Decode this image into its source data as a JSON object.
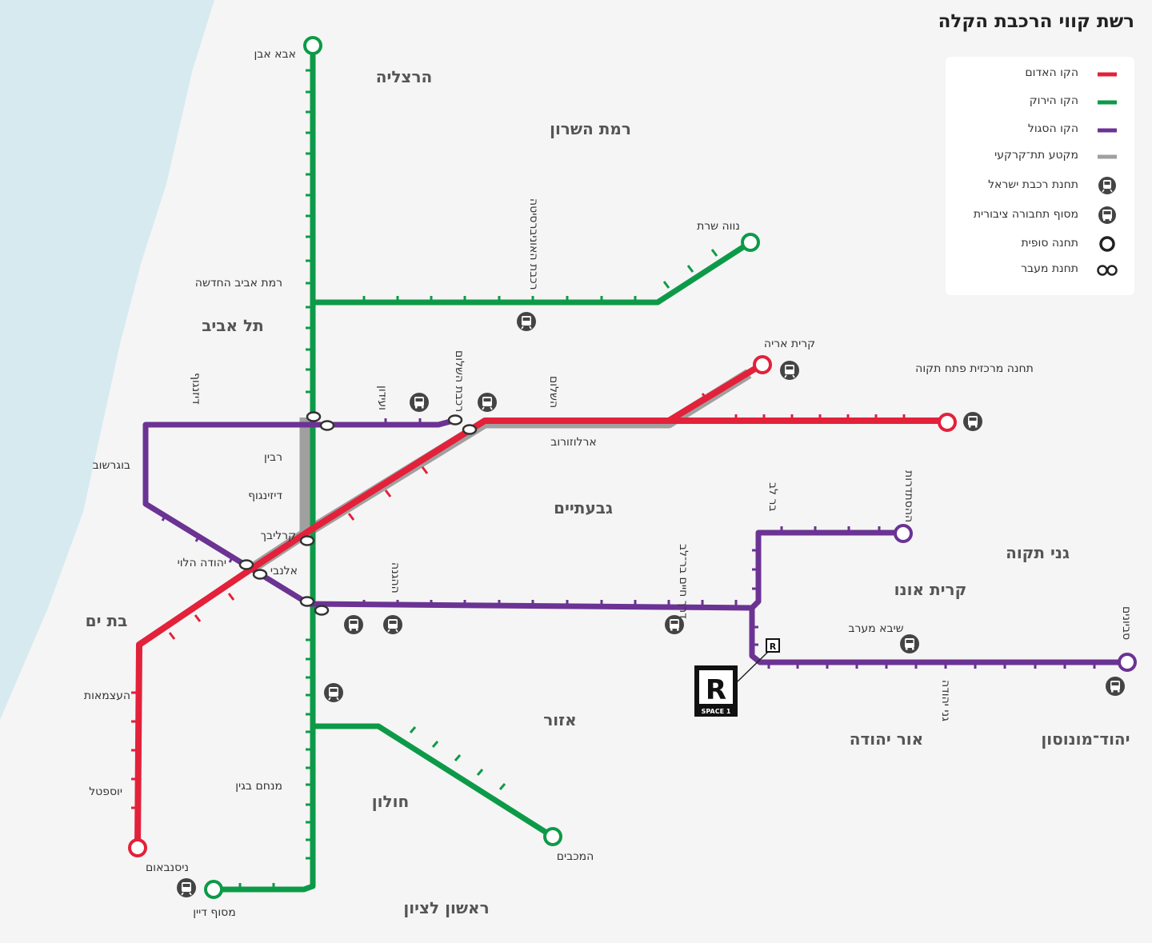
{
  "title": "רשת קווי הרכבת הקלה",
  "legend": {
    "items": [
      {
        "label": "הקו האדום",
        "symbol": "red-line"
      },
      {
        "label": "הקו הירוק",
        "symbol": "green-line"
      },
      {
        "label": "הקו הסגול",
        "symbol": "purple-line"
      },
      {
        "label": "מקטע תת־קרקעי",
        "symbol": "underground-segment"
      },
      {
        "label": "תחנת רכבת ישראל",
        "symbol": "train-icon"
      },
      {
        "label": "מסוף תחבורה ציבורית",
        "symbol": "bus-icon"
      },
      {
        "label": "תחנה סופית",
        "symbol": "terminal-station"
      },
      {
        "label": "תחנת מעבר",
        "symbol": "transfer-station"
      }
    ]
  },
  "colors": {
    "red": "#e3213a",
    "green": "#0d9a48",
    "purple": "#6b3393",
    "underground": "#a0a0a0",
    "sea": "#d7eaf0",
    "land": "#f5f5f5"
  },
  "cities": {
    "herzliya": "הרצליה",
    "ramat_hasharon": "רמת השרון",
    "tel_aviv": "תל אביב",
    "givatayim": "גבעתיים",
    "ganei_tikva": "גני תקוה",
    "kiryat_ono": "קרית אונו",
    "bat_yam": "בת ים",
    "azor": "אזור",
    "or_yehuda": "אור יהודה",
    "yehud": "יהוד־מונוסון",
    "holon": "חולון",
    "rishon": "ראשון לציון"
  },
  "stations": {
    "abba_even": "אבא אבן",
    "neve_sharet": "נווה שרת",
    "ramat_aviv": "רמת אביב החדשה",
    "rakevet_ha_university": "רכבת האוניברסיטה",
    "kiryat_arye": "קרית אריה",
    "petah_tikva_central": "תחנה מרכזית פתח תקוה",
    "dizengoff_north": "דיזנגוף",
    "vasyon": "ועידון",
    "rakevet_hashalom": "רכבת השלום",
    "hashalom_top": "השלום",
    "arlozorov": "ארלוזורוב",
    "bograshov": "בוגרשוב",
    "rabin": "רבין",
    "dizengoff": "דיזינגוף",
    "carlebach": "קרליבך",
    "yehuda_halevi": "יהודה הלוי",
    "allenby": "אלנבי",
    "hahagana": "ההגנה",
    "derech_haim_bar_lev": "דרך חיים בר־לב",
    "bar_lev": "בר לב",
    "hahistadrut": "ההסתדרות",
    "sheba_west": "שיבא מערב",
    "ganei_yehuda": "גני יהודה",
    "savyonim": "סביונים",
    "haatzmaut": "העצמאות",
    "yoseftal": "יוספטל",
    "nisenbaum": "ניסנבאום",
    "mesof_dayan": "מסוף דיין",
    "menachem_begin": "מנחם בגין",
    "hamakabim": "המכבים"
  },
  "logo": {
    "letter": "R",
    "text": "SPACE 1"
  }
}
